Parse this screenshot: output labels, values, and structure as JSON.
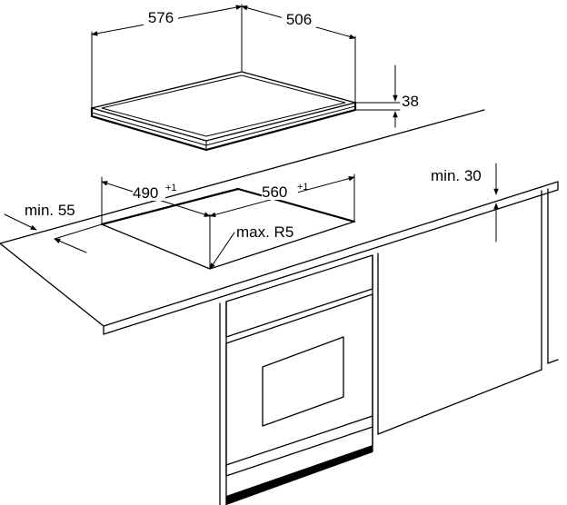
{
  "hob": {
    "width": "576",
    "depth": "506",
    "height": "38"
  },
  "cutout": {
    "depth": "490",
    "depth_tolerance": "+1",
    "width": "560",
    "width_tolerance": "+1",
    "corner_radius": "max. R5"
  },
  "clearances": {
    "front_edge": "min. 55",
    "above_oven": "min. 30"
  },
  "colors": {
    "line": "#000000",
    "background": "#ffffff"
  }
}
